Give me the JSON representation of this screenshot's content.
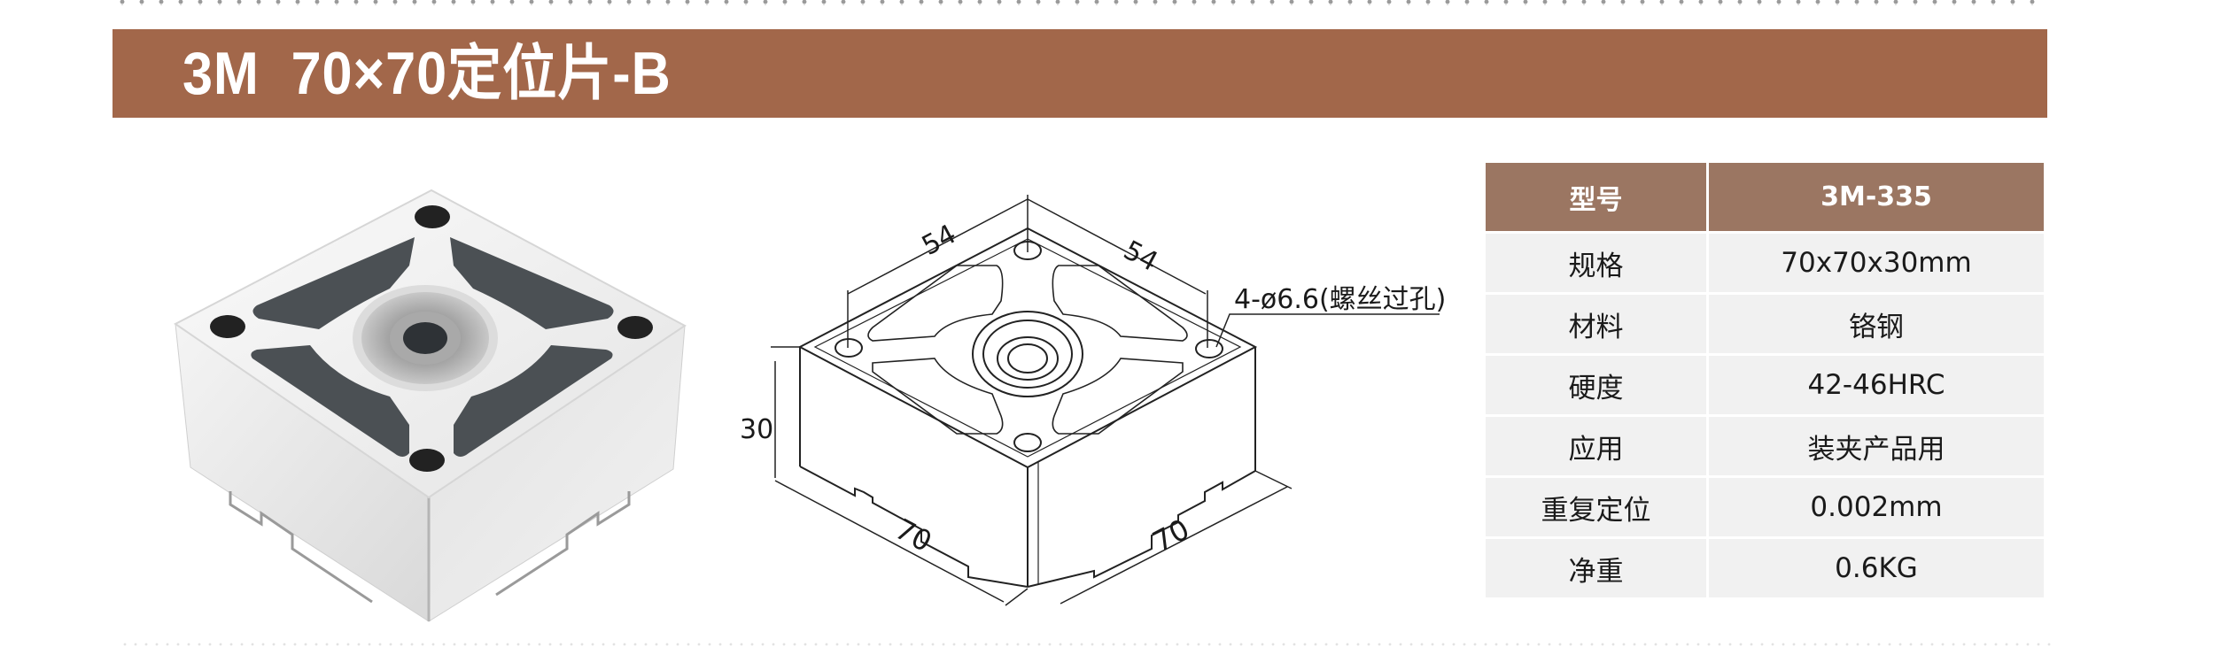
{
  "header": {
    "title": "3M  70×70定位片-B",
    "banner_color": "#a2674a"
  },
  "photo": {
    "alt": "3M 70x70 locating plate product photo"
  },
  "drawing": {
    "dim_top_left": "54",
    "dim_top_right": "54",
    "dim_height": "30",
    "dim_bottom_left": "70",
    "dim_bottom_right": "70",
    "hole_callout": "4-ø6.6(螺丝过孔)"
  },
  "spec_table": {
    "header_color": "#9b7662",
    "header": {
      "label": "型号",
      "value": "3M-335"
    },
    "rows": [
      {
        "label": "规格",
        "value": "70x70x30mm"
      },
      {
        "label": "材料",
        "value": "铬钢"
      },
      {
        "label": "硬度",
        "value": "42-46HRC"
      },
      {
        "label": "应用",
        "value": "装夹产品用"
      },
      {
        "label": "重复定位",
        "value": "0.002mm"
      },
      {
        "label": "净重",
        "value": "0.6KG"
      }
    ]
  }
}
